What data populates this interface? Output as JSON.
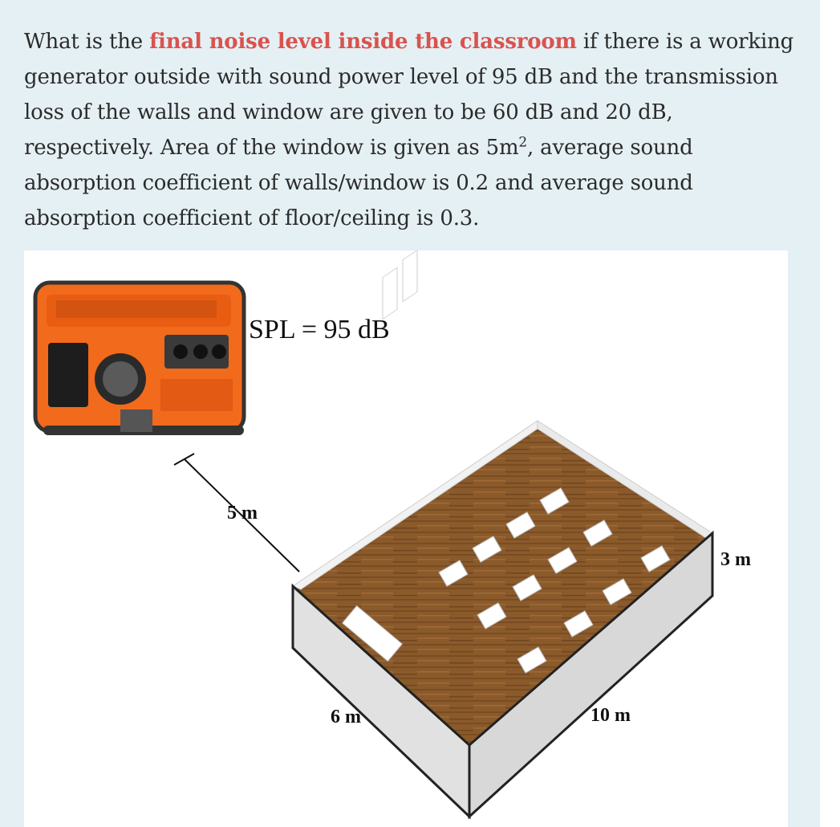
{
  "question": {
    "pre": "What is the ",
    "highlight": "final noise level inside the classroom",
    "part1": " if there is a working generator outside with sound power level of 95 dB and the transmission loss of the walls and window are given to be 60 dB and 20 dB, respectively. Area of the window is given as 5m",
    "sup": "2",
    "part2": ", average sound absorption coefficient of walls/window is 0.2 and average sound absorption coefficient of floor/ceiling is 0.3."
  },
  "figure": {
    "spl_label": "SPL = 95 dB",
    "distance_label": "5 m",
    "height_label": "3 m",
    "width_label": "6 m",
    "length_label": "10 m"
  },
  "colors": {
    "highlight": "#d9534f",
    "generator": "#f26a1b",
    "floor": "#8a5a2b"
  }
}
